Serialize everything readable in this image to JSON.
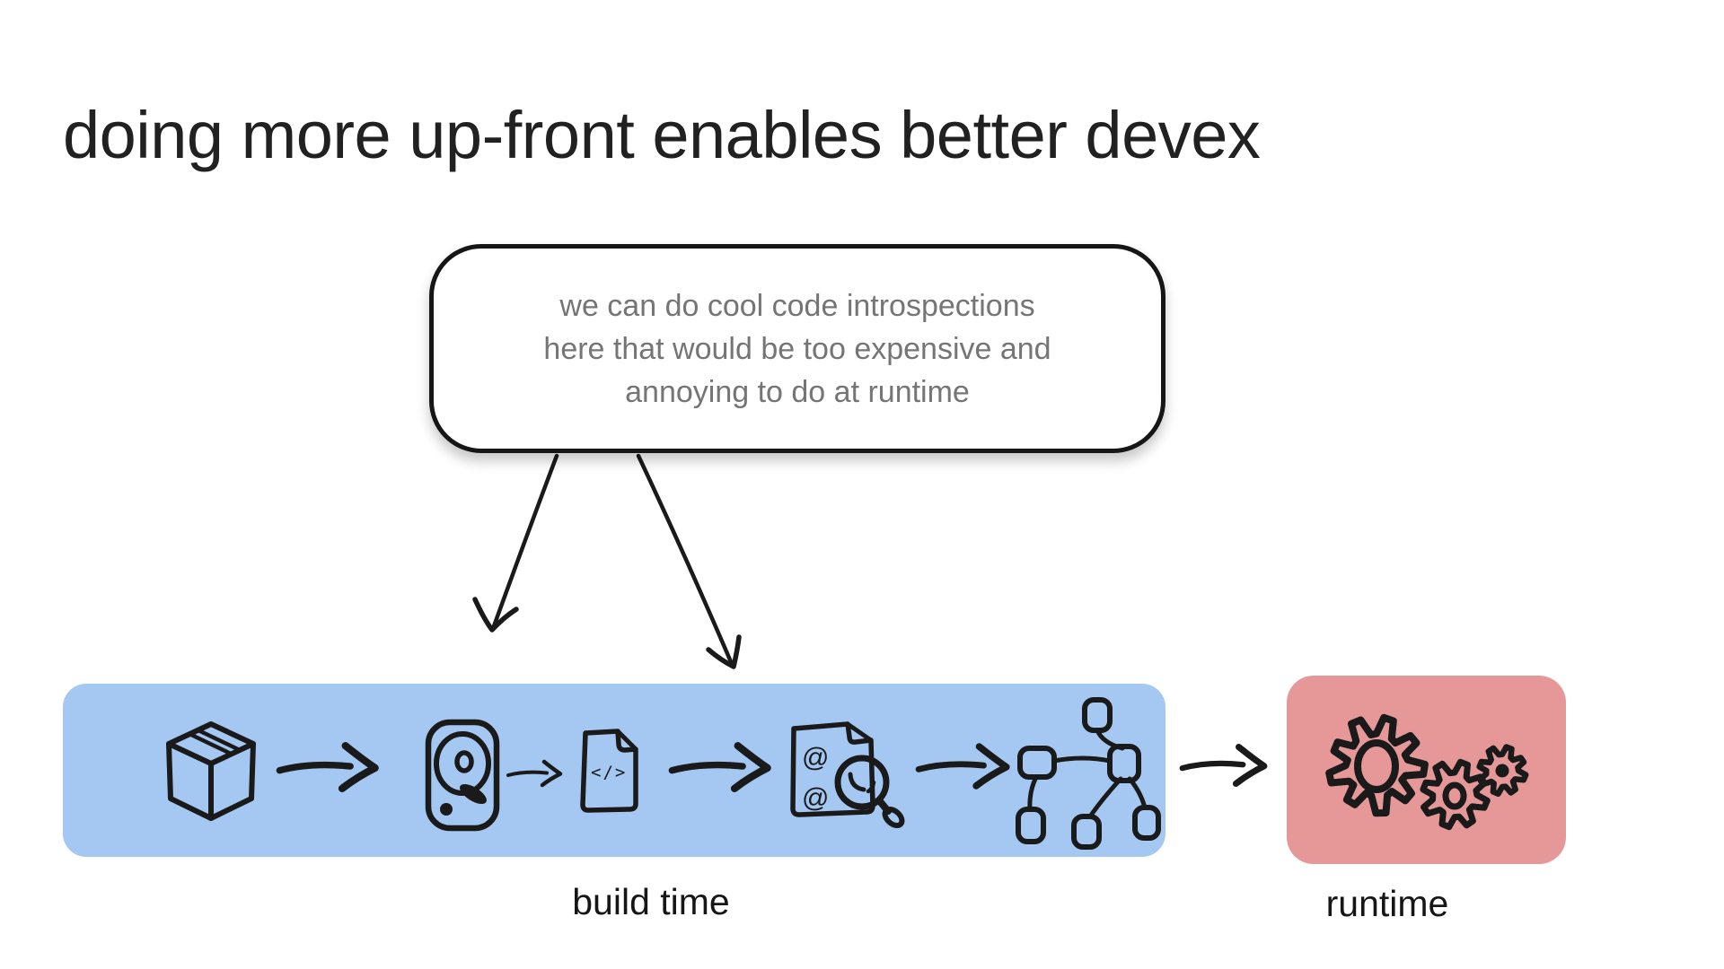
{
  "title": "doing more up-front enables better devex",
  "callout": {
    "text": "we can do cool code introspections here that would be too expensive and annoying to do at runtime",
    "lines": [
      "we can do cool code introspections",
      "here that would be too expensive and",
      "annoying to do at runtime"
    ]
  },
  "stages": {
    "build": {
      "label": "build time",
      "box_color": "#a5c8f2"
    },
    "runtime": {
      "label": "runtime",
      "box_color": "#e59897"
    }
  },
  "icons": {
    "package": "package-box",
    "disk": "hard-disk",
    "code_file": {
      "glyph": "</>"
    },
    "annotations_doc": {
      "symbols": [
        "@",
        "@"
      ]
    },
    "magnifier": "magnifying-glass",
    "graph": "dependency-graph",
    "gears": "gears"
  },
  "colors": {
    "ink": "#1a1a1a",
    "callout_text": "#757575",
    "title_text": "#212121"
  }
}
